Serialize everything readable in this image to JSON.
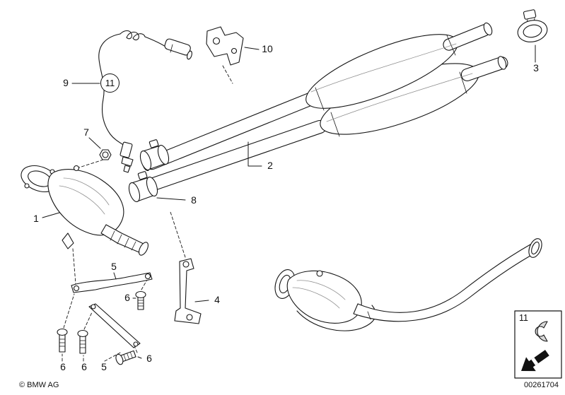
{
  "page": {
    "copyright": "© BMW AG",
    "document_number": "00261704",
    "background": "#ffffff",
    "ink_color": "#151515"
  },
  "callouts": [
    "9",
    "11",
    "10",
    "3",
    "7",
    "2",
    "8",
    "1",
    "5",
    "6",
    "4",
    "6",
    "6",
    "5",
    "6"
  ],
  "inset": {
    "label": "11"
  }
}
